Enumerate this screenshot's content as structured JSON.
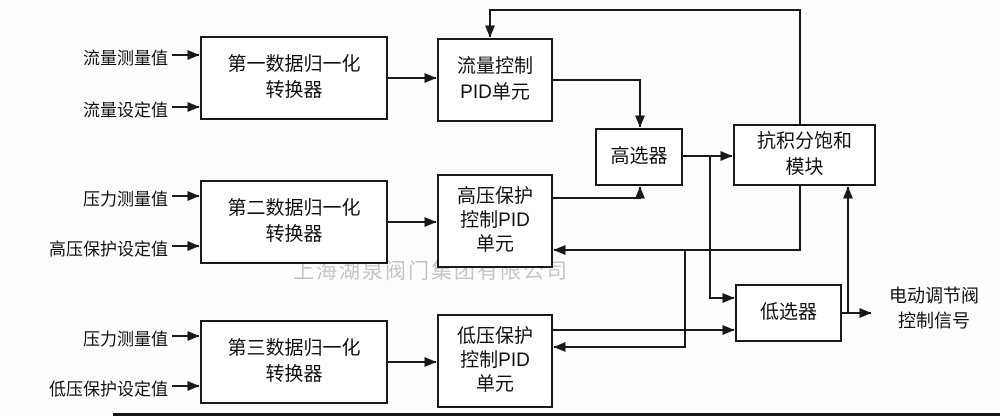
{
  "watermark": "上海湖泉阀门集团有限公司",
  "inputs": [
    {
      "label": "流量测量值"
    },
    {
      "label": "流量设定值"
    },
    {
      "label": "压力测量值"
    },
    {
      "label": "高压保护设定值"
    },
    {
      "label": "压力测量值"
    },
    {
      "label": "低压保护设定值"
    }
  ],
  "blocks": {
    "normalizer1": {
      "line1": "第一数据归一化",
      "line2": "转换器"
    },
    "flow_pid": {
      "line1": "流量控制",
      "line2": "PID单元"
    },
    "normalizer2": {
      "line1": "第二数据归一化",
      "line2": "转换器"
    },
    "hp_pid": {
      "line1": "高压保护",
      "line2": "控制PID",
      "line3": "单元"
    },
    "normalizer3": {
      "line1": "第三数据归一化",
      "line2": "转换器"
    },
    "lp_pid": {
      "line1": "低压保护",
      "line2": "控制PID",
      "line3": "单元"
    },
    "high_selector": {
      "label": "高选器"
    },
    "anti_windup": {
      "line1": "抗积分饱和",
      "line2": "模块"
    },
    "low_selector": {
      "label": "低选器"
    }
  },
  "output": {
    "line1": "电动调节阀",
    "line2": "控制信号"
  }
}
